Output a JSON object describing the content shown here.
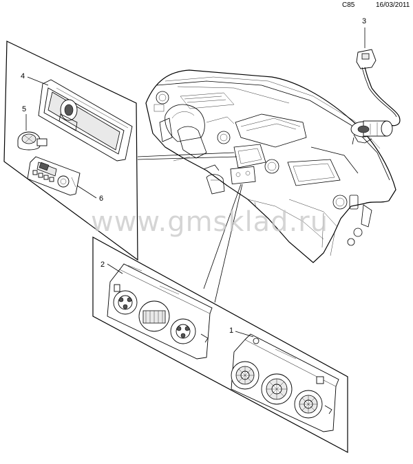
{
  "header": {
    "code": "C85",
    "date": "16/03/2011"
  },
  "watermark": "www.gmsklad.ru",
  "callouts": [
    "1",
    "2",
    "3",
    "4",
    "5",
    "6"
  ]
}
